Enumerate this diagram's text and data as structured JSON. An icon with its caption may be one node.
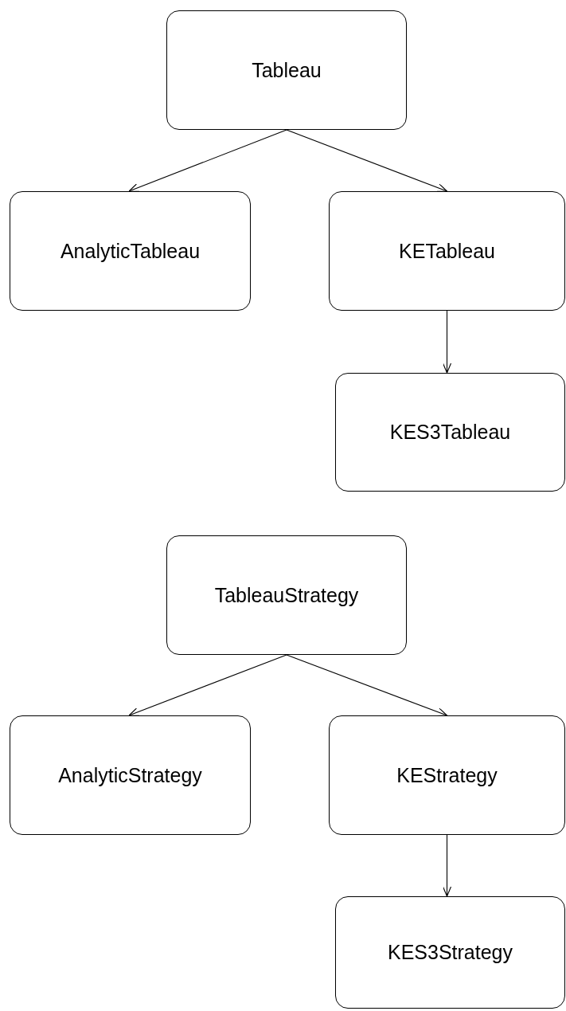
{
  "diagram": {
    "nodes": [
      {
        "text": [
          "Tableau"
        ]
      },
      {
        "text": [
          "AnalyticTableau"
        ]
      },
      {
        "text": [
          "KETableau"
        ]
      },
      {
        "text": [
          "KES3Tableau"
        ]
      },
      {
        "text": [
          "TableauStrategy"
        ]
      },
      {
        "text": [
          "AnalyticStrategy"
        ]
      },
      {
        "text": [
          "KEStrategy"
        ]
      },
      {
        "text": [
          "KES3Strategy"
        ]
      }
    ],
    "edges": [
      {
        "from": 0,
        "to": 1,
        "arrow": "to"
      },
      {
        "from": 0,
        "to": 2,
        "arrow": "to"
      },
      {
        "from": 2,
        "to": 3,
        "arrow": "to"
      },
      {
        "from": 4,
        "to": 5,
        "arrow": "to"
      },
      {
        "from": 4,
        "to": 6,
        "arrow": "to"
      },
      {
        "from": 6,
        "to": 7,
        "arrow": "to"
      }
    ]
  }
}
